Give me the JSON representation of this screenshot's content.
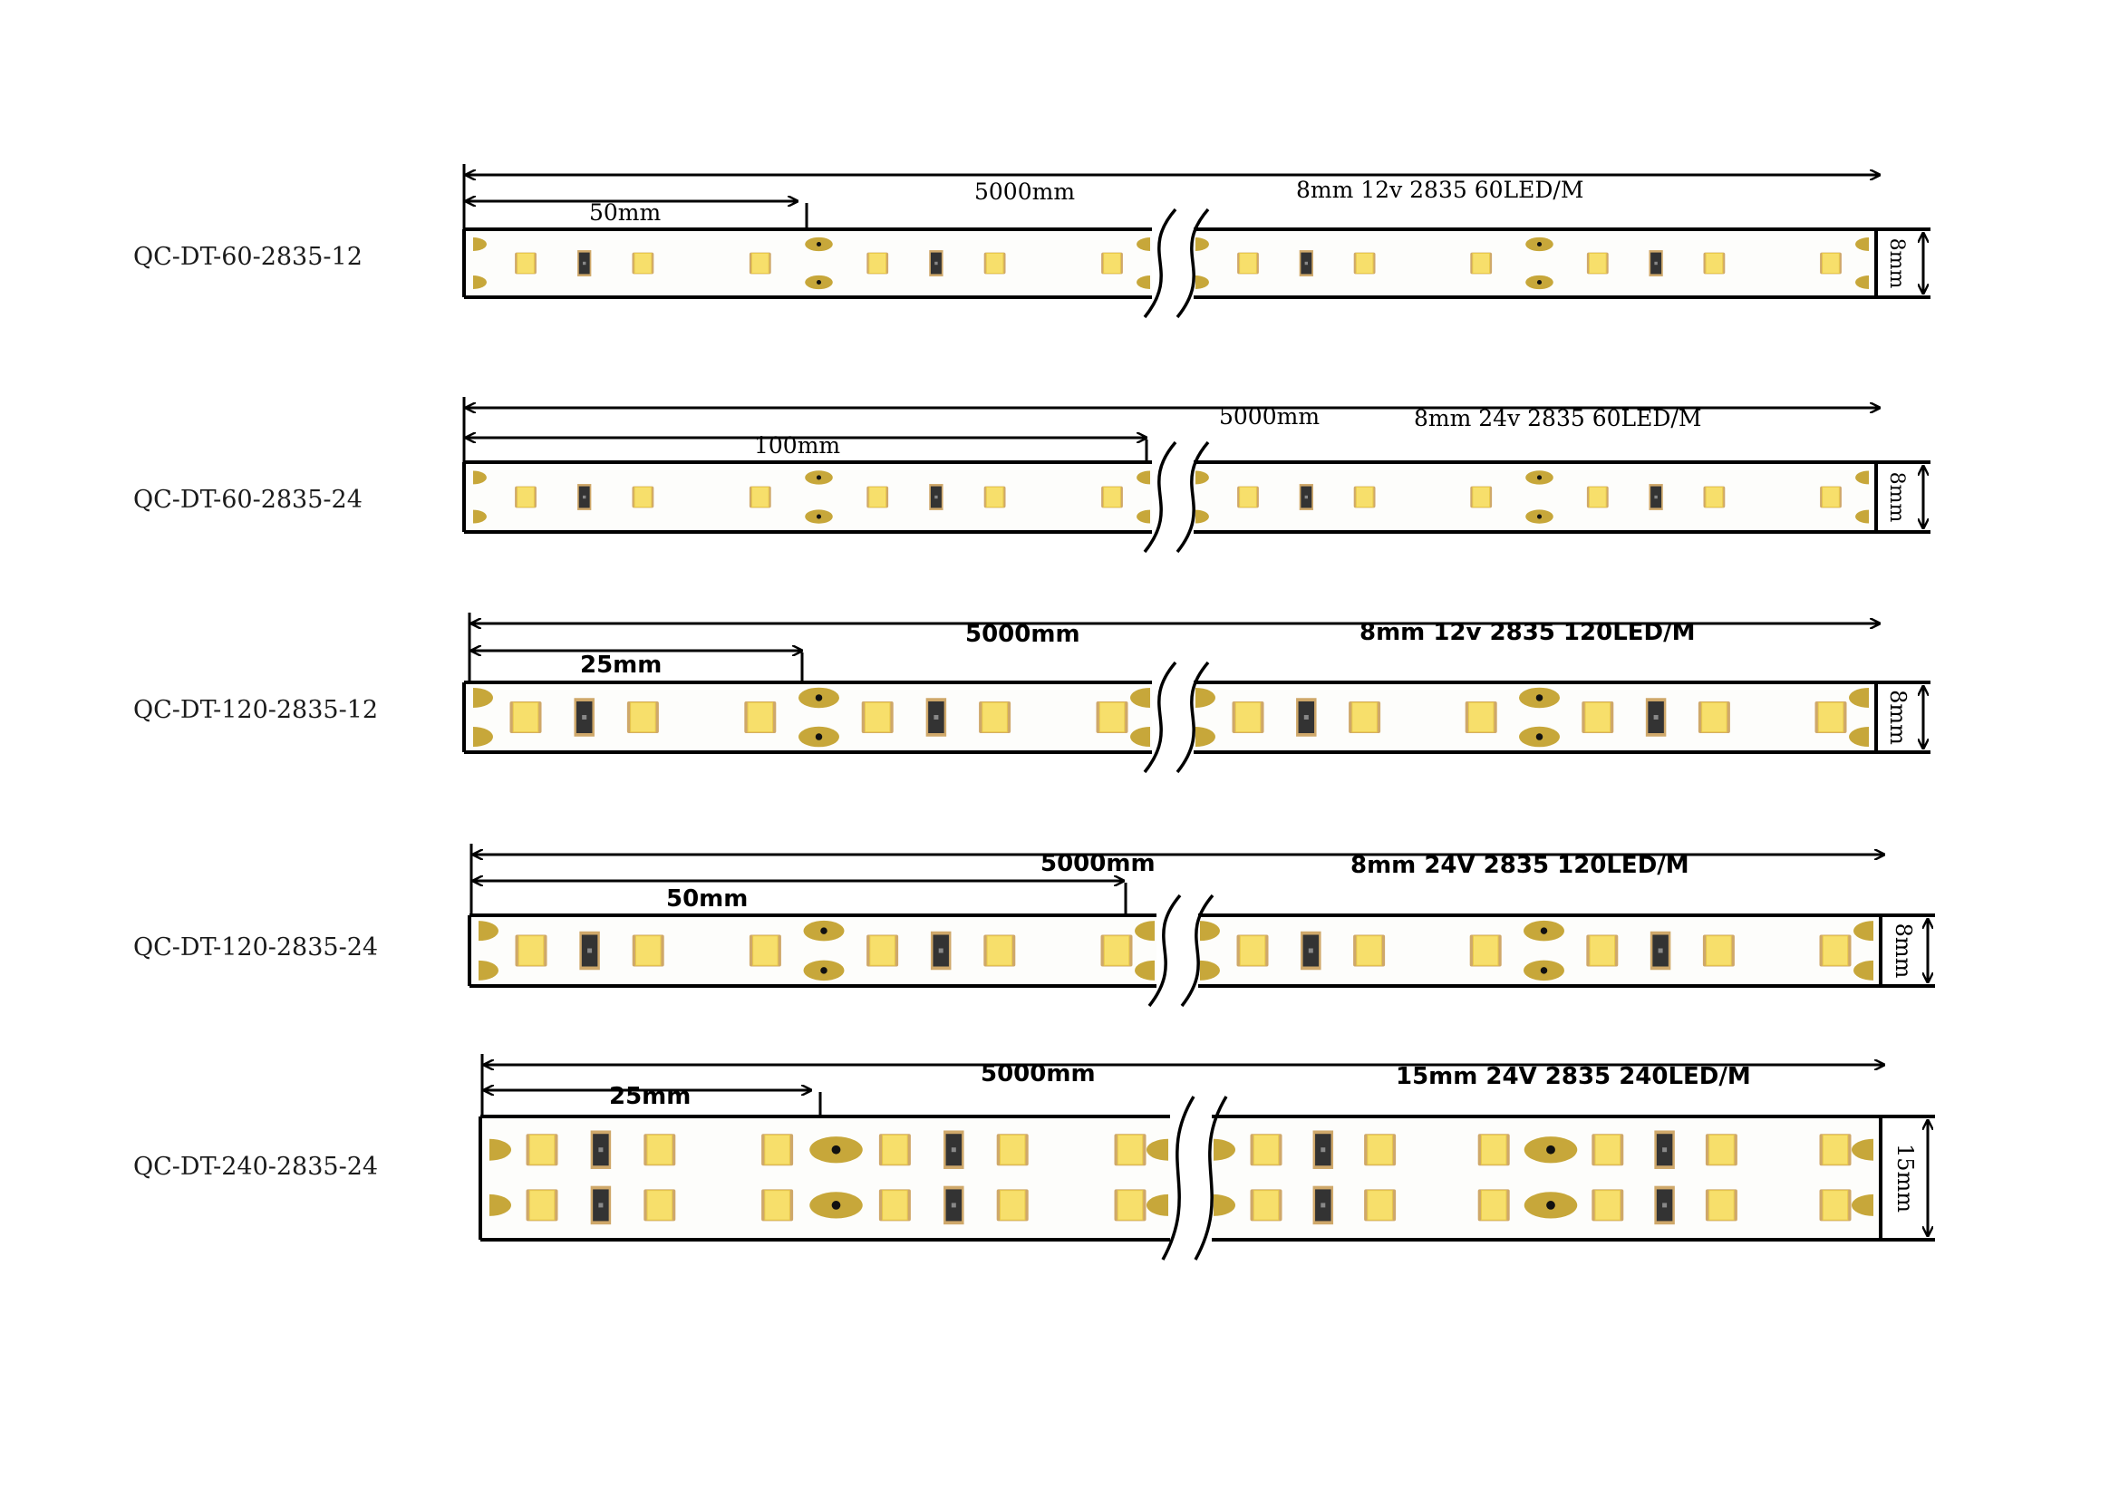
{
  "colors": {
    "background": "#ffffff",
    "line": "#000000",
    "led_yellow": "#f7df6b",
    "led_pad": "#cfa86a",
    "resistor": "#333333",
    "solder_pad": "#c7a73a"
  },
  "strips": [
    {
      "model": "QC-DT-60-2835-12",
      "total_length": "5000mm",
      "spec": "8mm  12v  2835  60LED/M",
      "cut_length": "50mm",
      "width": "8mm",
      "label_style": "serif",
      "leds_per_m": 60,
      "rows": 1
    },
    {
      "model": "QC-DT-60-2835-24",
      "total_length": "5000mm",
      "spec": "8mm  24v  2835  60LED/M",
      "cut_length": "100mm",
      "width": "8mm",
      "label_style": "serif",
      "leds_per_m": 60,
      "rows": 1
    },
    {
      "model": "QC-DT-120-2835-12",
      "total_length": "5000mm",
      "spec": "8mm  12v  2835 120LED/M",
      "cut_length": "25mm",
      "width": "8mm",
      "label_style": "sans",
      "leds_per_m": 120,
      "rows": 1
    },
    {
      "model": "QC-DT-120-2835-24",
      "total_length": "5000mm",
      "spec": "8mm  24V  2835 120LED/M",
      "cut_length": "50mm",
      "width": "8mm",
      "label_style": "sans",
      "leds_per_m": 120,
      "rows": 1
    },
    {
      "model": "QC-DT-240-2835-24",
      "total_length": "5000mm",
      "spec": "15mm  24V  2835 240LED/M",
      "cut_length": "25mm",
      "width": "15mm",
      "label_style": "sans",
      "leds_per_m": 240,
      "rows": 2
    }
  ]
}
